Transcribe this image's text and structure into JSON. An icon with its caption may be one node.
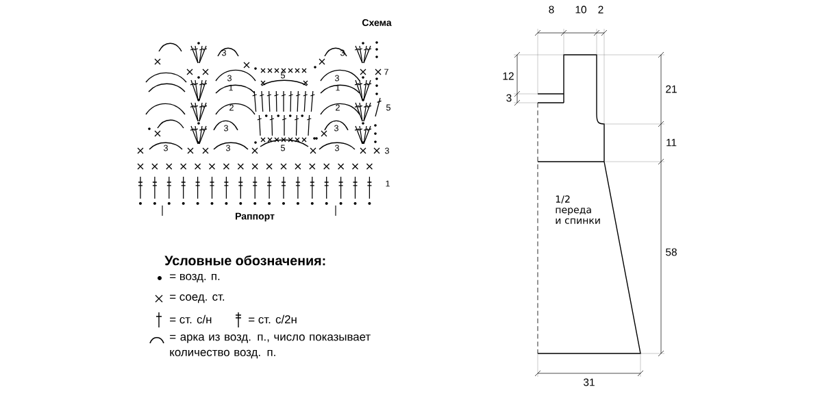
{
  "diagram": {
    "title": "Схема",
    "nodes": [
      {
        "text": [
          "1/2 переда и спинки"
        ]
      }
    ],
    "labels": [
      "3",
      "3",
      "3",
      "5",
      "3",
      "7",
      "1",
      "1",
      "2",
      "2",
      "5",
      "3",
      "3",
      "3",
      "3",
      "5",
      "3",
      "3",
      "1",
      "Раппорт",
      "8",
      "10",
      "2",
      "12",
      "21",
      "3",
      "11",
      "58",
      "31",
      "Условные обозначения:"
    ],
    "legend": [
      {
        "text": "= возд. п."
      },
      {
        "text": "= соед. ст."
      },
      {
        "text": "= ст. с/н"
      },
      {
        "text": "= ст. с/2н"
      },
      {
        "text": "= арка из возд. п., число показывает количество возд. п."
      }
    ]
  }
}
